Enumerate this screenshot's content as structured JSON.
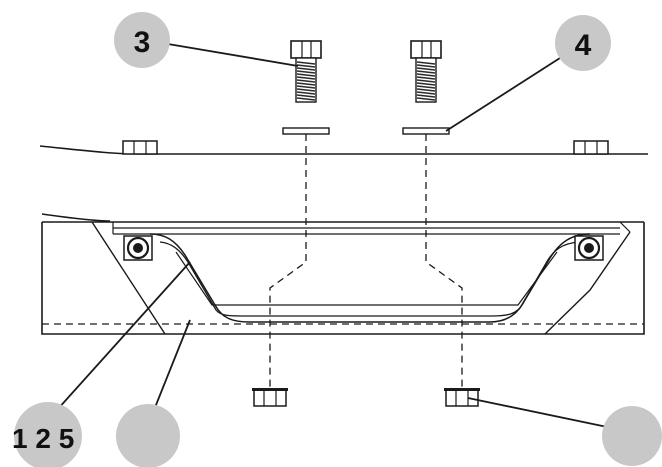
{
  "callouts": {
    "c3": "3",
    "c4": "4",
    "c125": "1 2 5",
    "c_unlabeled_1": "",
    "c_unlabeled_2": ""
  },
  "colors": {
    "stroke": "#1a1a1a",
    "callout_fill": "#c8c8c8",
    "bolt_thread": "#2a2a2a",
    "background": "#ffffff"
  }
}
